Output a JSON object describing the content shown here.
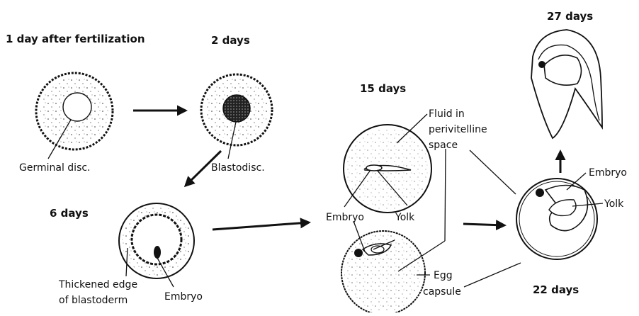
{
  "stages": {
    "day1": "1 day after fertilization",
    "day2": "2 days",
    "day6": "6 days",
    "day15": "15 days",
    "day22": "22 days",
    "day27": "27 days"
  },
  "labels": {
    "germinal_disc": "Germinal disc.",
    "blastodisc": "Blastodisc.",
    "thickened_edge_line1": "Thickened edge",
    "thickened_edge_line2": "of blastoderm",
    "embryo_6d": "Embryo",
    "fluid_line1": "Fluid in",
    "fluid_line2": "perivitelline",
    "fluid_line3": "space",
    "embryo_15d": "Embryo",
    "yolk_15d": "Yolk",
    "egg_line1": "Egg",
    "egg_line2": "capsule",
    "embryo_22d": "Embryo",
    "yolk_22d": "Yolk"
  }
}
